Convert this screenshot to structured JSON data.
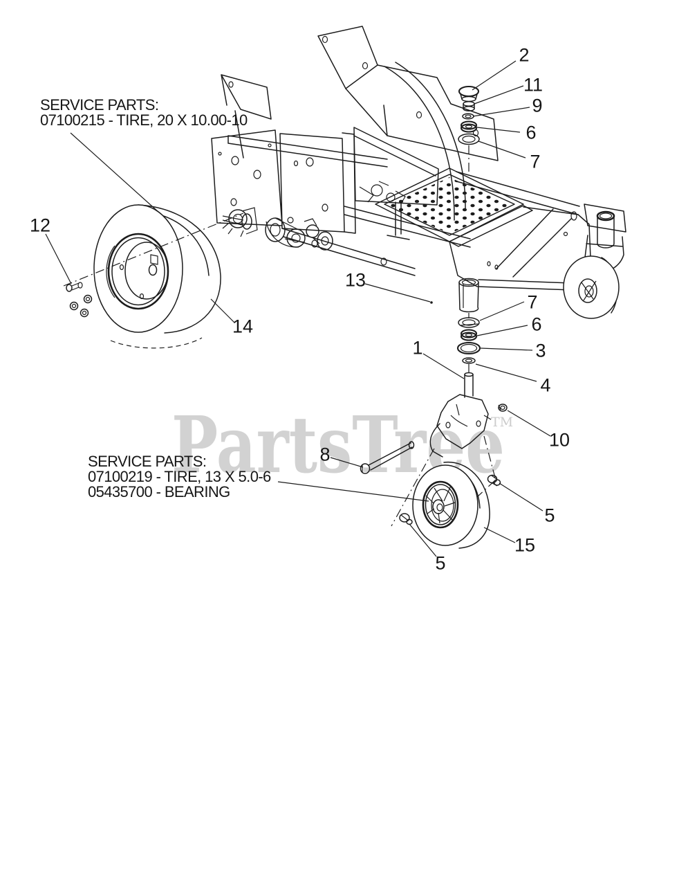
{
  "watermark": {
    "text": "PartsTree",
    "tm": "TM",
    "color": "#d2d2d2"
  },
  "colors": {
    "line": "#1c1c1c",
    "background": "#ffffff"
  },
  "service_parts_upper": {
    "line1": "SERVICE PARTS:",
    "line2": "07100215 - TIRE, 20 X 10.00-10"
  },
  "service_parts_lower": {
    "line1": "SERVICE PARTS:",
    "line2": "07100219 - TIRE, 13 X 5.0-6",
    "line3": "05435700 - BEARING"
  },
  "callouts": [
    {
      "label": "2"
    },
    {
      "label": "11"
    },
    {
      "label": "9"
    },
    {
      "label": "6"
    },
    {
      "label": "7"
    },
    {
      "label": "12"
    },
    {
      "label": "14"
    },
    {
      "label": "13"
    },
    {
      "label": "7"
    },
    {
      "label": "6"
    },
    {
      "label": "3"
    },
    {
      "label": "1"
    },
    {
      "label": "4"
    },
    {
      "label": "10"
    },
    {
      "label": "8"
    },
    {
      "label": "5"
    },
    {
      "label": "15"
    },
    {
      "label": "5"
    }
  ]
}
